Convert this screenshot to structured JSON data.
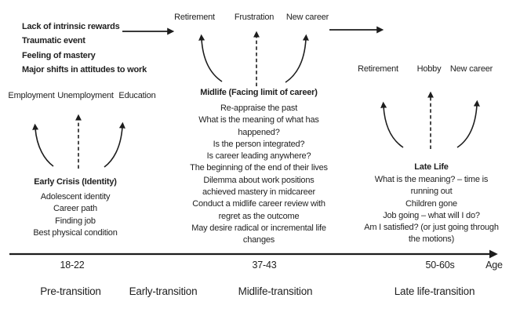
{
  "diagram": {
    "triggers": [
      "Lack of intrinsic rewards",
      "Traumatic event",
      "Feeling of mastery",
      "Major shifts in attitudes to work"
    ],
    "early": {
      "outcomes": [
        "Employment",
        "Unemployment",
        "Education"
      ],
      "title": "Early Crisis (Identity)",
      "lines": [
        "Adolescent identity",
        "Career path",
        "Finding job",
        "Best physical condition"
      ]
    },
    "midlife": {
      "outcomes": [
        "Retirement",
        "Frustration",
        "New career"
      ],
      "title": "Midlife (Facing limit of career)",
      "lines": [
        "Re-appraise the past",
        "What is the meaning of what has",
        "happened?",
        "Is the person integrated?",
        "Is career leading anywhere?",
        "The beginning of the end of their lives",
        "Dilemma about work positions",
        "achieved mastery in midcareer",
        "Conduct a midlife career review with",
        "regret as the outcome",
        "May desire radical or incremental life",
        "changes"
      ]
    },
    "late": {
      "outcomes": [
        "Retirement",
        "Hobby",
        "New career"
      ],
      "title": "Late Life",
      "lines": [
        "What is the meaning? – time is",
        "running out",
        "Children gone",
        "Job going – what will I do?",
        "Am I satisfied? (or just going through",
        "the motions)"
      ]
    },
    "axis": {
      "ticks": [
        "18-22",
        "37-43",
        "50-60s"
      ],
      "label": "Age",
      "phases": [
        "Pre-transition",
        "Early-transition",
        "Midlife-transition",
        "Late life-transition"
      ]
    },
    "icons": {
      "solid_arrow": "curved solid arrow, filled triangular head",
      "dashed_arrow": "straight dashed arrow, filled triangular head",
      "axis_arrow": "horizontal timeline arrow pointing right"
    },
    "colors": {
      "ink": "#1d1d1d",
      "background": "#ffffff"
    }
  }
}
